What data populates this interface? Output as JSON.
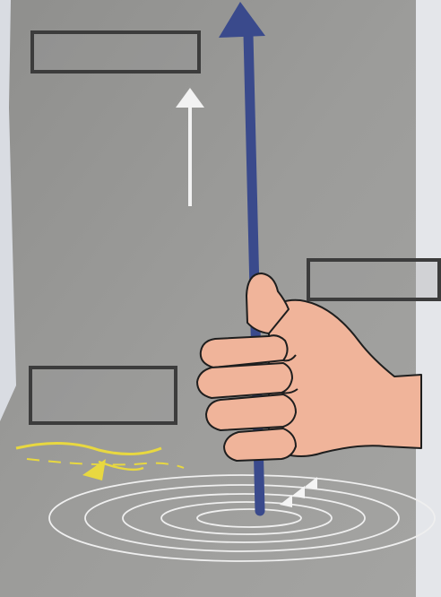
{
  "labels": {
    "top": "",
    "right": "",
    "left": ""
  },
  "colors": {
    "page_background": "#9a9a98",
    "conductor_arrow": "#3a4a8c",
    "current_arrow": "#f2f2f2",
    "field_lines": "#f0f0f0",
    "hand_skin": "#f0b49a",
    "hand_outline": "#1e1e1e",
    "yellow_arrow": "#e8d840",
    "label_box_border": "#3c3c3c"
  },
  "icons": {
    "conductor": "vertical-blue-arrow",
    "current": "white-up-arrow",
    "hand": "right-hand-grip-thumb-up",
    "field": "concentric-circular-field-lines",
    "direction": "yellow-arrow"
  }
}
